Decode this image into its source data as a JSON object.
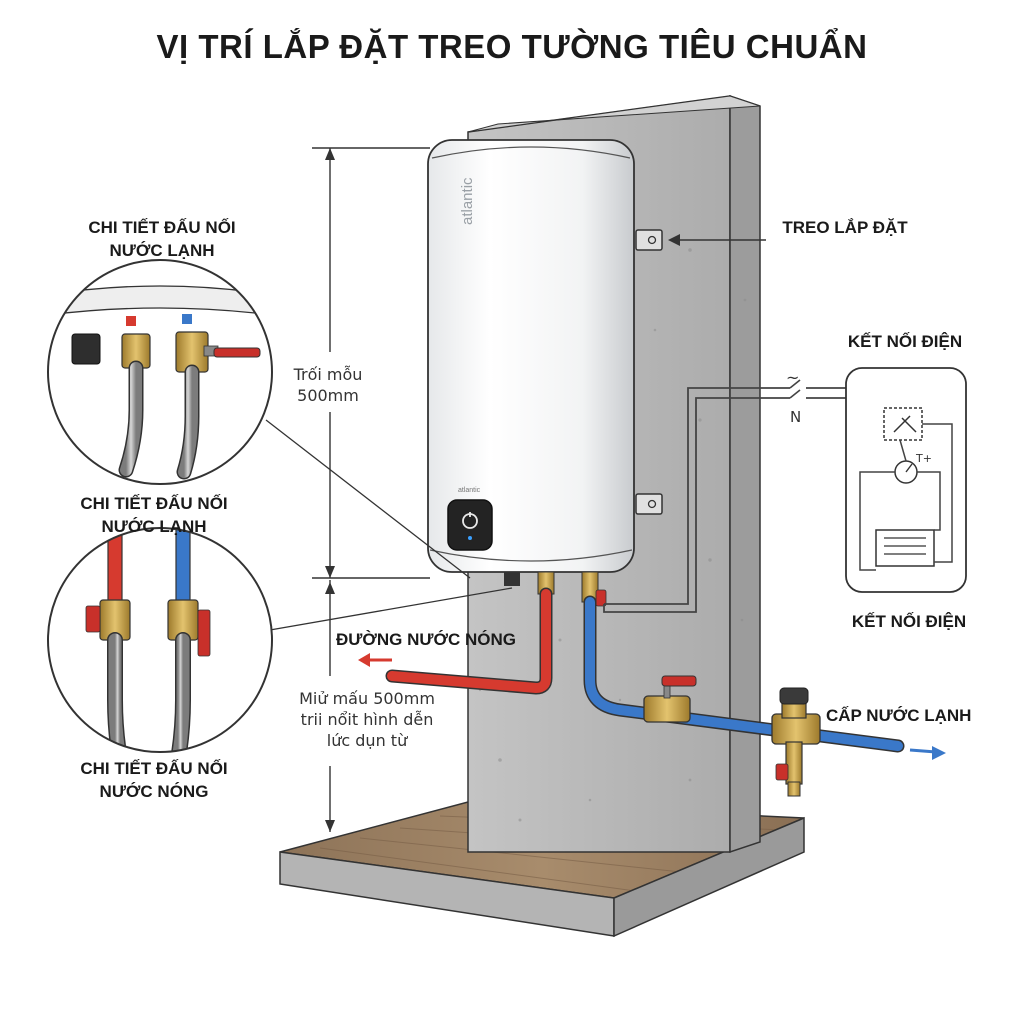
{
  "title": "VỊ TRÍ LẮP ĐẶT TREO TƯỜNG TIÊU CHUẨN",
  "labels": {
    "detail_cold_top": "CHI TIẾT ĐẤU NỐI\nNƯỚC LẠNH",
    "detail_cold_mid": "CHI TIẾT ĐẤU NỐI\nNƯỚC LẠNH",
    "detail_hot": "CHI TIẾT ĐẤU NỐI\nNƯỚC NÓNG",
    "mounting": "TREO LẮP ĐẶT",
    "electric_top": "KẾT NỐI ĐIỆN",
    "electric_bottom": "KẾT NỐI ĐIỆN",
    "hot_line": "ĐƯỜNG NƯỚC NÓNG",
    "cold_supply": "CẤP NƯỚC LẠNH"
  },
  "dimensions": {
    "top": "Trối mỗu\n500mm",
    "bottom": "Miử mấu 500mm\ntrii nổit hình dễn\nlức dụn từ"
  },
  "heater": {
    "brand_side": "atlantic",
    "brand_front": "atlantic"
  },
  "wiring": {
    "live_symbol": "~",
    "neutral": "N",
    "thermostat": "T+"
  },
  "icons": [
    "control-knob-icon",
    "flow-arrow-icon",
    "switch-icon",
    "thermostat-icon",
    "heating-element-icon"
  ],
  "colors": {
    "hot": "#d63a2f",
    "cold": "#3a78c9",
    "concrete": "#b9b9b9",
    "wood": "#9c8163",
    "brass": "#c9a34a"
  }
}
